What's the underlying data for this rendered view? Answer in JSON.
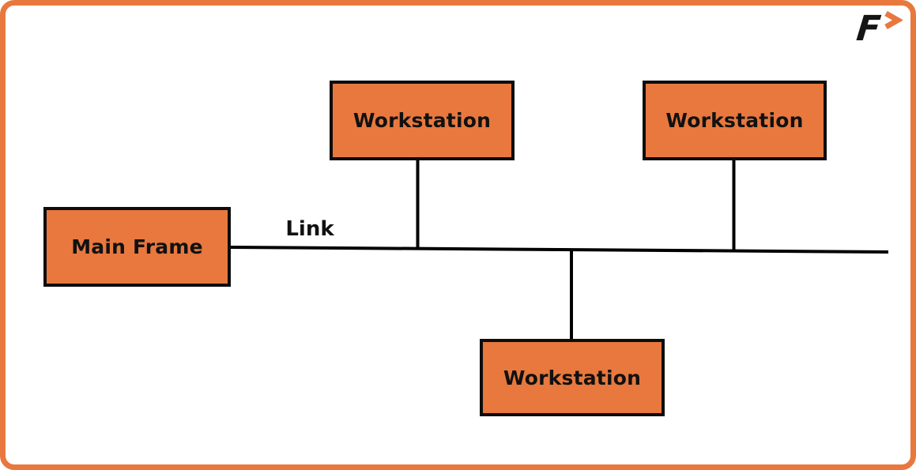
{
  "page": {
    "background": "#FFFFFF",
    "frame_border_color": "#E8783E"
  },
  "brand": {
    "letter": "F",
    "arrow_icon": "chevron-right",
    "arrow_color": "#E8783E",
    "letter_color": "#151515"
  },
  "diagram": {
    "type": "network-topology",
    "link_label": "Link",
    "nodes": [
      {
        "id": "main-frame",
        "label": "Main Frame"
      },
      {
        "id": "workstation-top-left",
        "label": "Workstation"
      },
      {
        "id": "workstation-top-right",
        "label": "Workstation"
      },
      {
        "id": "workstation-bottom",
        "label": "Workstation"
      }
    ],
    "edges": [
      {
        "from": "main-frame",
        "to": "bus-line",
        "label": "Link"
      },
      {
        "from": "workstation-top-left",
        "to": "bus-line",
        "label": ""
      },
      {
        "from": "workstation-top-right",
        "to": "bus-line",
        "label": ""
      },
      {
        "from": "workstation-bottom",
        "to": "bus-line",
        "label": ""
      }
    ],
    "colors": {
      "node_fill": "#E8783E",
      "node_border": "#0D0D0D",
      "connector_line": "#000000",
      "label_text": "#111111"
    }
  }
}
